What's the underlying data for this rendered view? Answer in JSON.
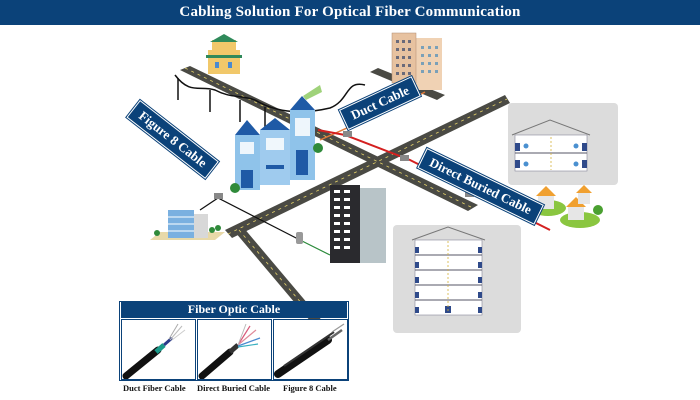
{
  "header": {
    "title": "Cabling Solution For Optical Fiber Communication"
  },
  "labels": {
    "figure8": "Figure 8 Cable",
    "duct": "Duct Cable",
    "direct": "Direct Buried Cable"
  },
  "panel": {
    "title": "Fiber Optic Cable",
    "items": [
      {
        "caption": "Duct Fiber Cable"
      },
      {
        "caption": "Direct Buried Cable"
      },
      {
        "caption": "Figure 8 Cable"
      }
    ]
  },
  "colors": {
    "brand_blue": "#0b4279",
    "duct_cable": "#e07a3a",
    "direct_buried_cable": "#d42020",
    "road": "#4a4a44",
    "panel_gray": "#dcdcdc"
  }
}
